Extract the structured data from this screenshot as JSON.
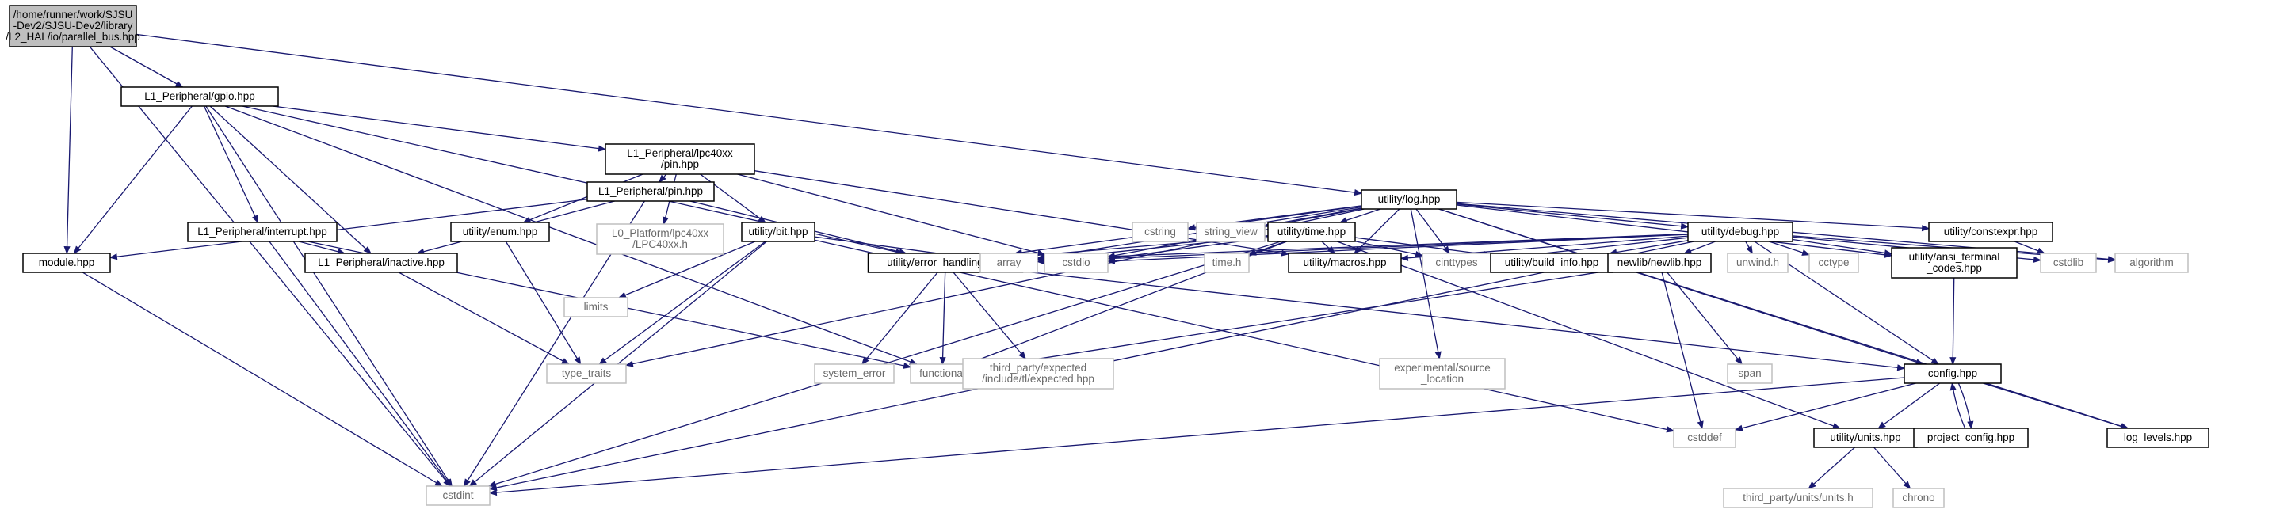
{
  "graph": {
    "title": "",
    "colors": {
      "edge": "#191970",
      "root_fill": "#bfbfbf",
      "internal_border": "#000000",
      "external_border": "#bfbfbf",
      "external_text": "#6a6a6a"
    },
    "nodes": [
      {
        "id": "parallel_bus",
        "kind": "root",
        "lines": [
          "/home/runner/work/SJSU",
          "-Dev2/SJSU-Dev2/library",
          "/L2_HAL/io/parallel_bus.hpp"
        ]
      },
      {
        "id": "gpio",
        "kind": "internal",
        "lines": [
          "L1_Peripheral/gpio.hpp"
        ]
      },
      {
        "id": "module",
        "kind": "internal",
        "lines": [
          "module.hpp"
        ]
      },
      {
        "id": "cstdint",
        "kind": "external",
        "lines": [
          "cstdint"
        ]
      },
      {
        "id": "log",
        "kind": "internal",
        "lines": [
          "utility/log.hpp"
        ]
      },
      {
        "id": "lpc40xx_pin",
        "kind": "internal",
        "lines": [
          "L1_Peripheral/lpc40xx",
          "/pin.hpp"
        ]
      },
      {
        "id": "interrupt",
        "kind": "internal",
        "lines": [
          "L1_Peripheral/interrupt.hpp"
        ]
      },
      {
        "id": "inactive",
        "kind": "internal",
        "lines": [
          "L1_Peripheral/inactive.hpp"
        ]
      },
      {
        "id": "error_handling",
        "kind": "internal",
        "lines": [
          "utility/error_handling.hpp"
        ]
      },
      {
        "id": "functional",
        "kind": "external",
        "lines": [
          "functional"
        ]
      },
      {
        "id": "enum",
        "kind": "internal",
        "lines": [
          "utility/enum.hpp"
        ]
      },
      {
        "id": "lpc40xx_h",
        "kind": "external",
        "lines": [
          "L0_Platform/lpc40xx",
          "/LPC40xx.h"
        ]
      },
      {
        "id": "l1_pin",
        "kind": "internal",
        "lines": [
          "L1_Peripheral/pin.hpp"
        ]
      },
      {
        "id": "bit",
        "kind": "internal",
        "lines": [
          "utility/bit.hpp"
        ]
      },
      {
        "id": "macros",
        "kind": "internal",
        "lines": [
          "utility/macros.hpp"
        ]
      },
      {
        "id": "cstdio",
        "kind": "external",
        "lines": [
          "cstdio"
        ]
      },
      {
        "id": "type_traits",
        "kind": "external",
        "lines": [
          "type_traits"
        ]
      },
      {
        "id": "limits",
        "kind": "external",
        "lines": [
          "limits"
        ]
      },
      {
        "id": "array",
        "kind": "external",
        "lines": [
          "array"
        ]
      },
      {
        "id": "system_error",
        "kind": "external",
        "lines": [
          "system_error"
        ]
      },
      {
        "id": "expected",
        "kind": "external",
        "lines": [
          "third_party/expected",
          "/include/tl/expected.hpp"
        ]
      },
      {
        "id": "config",
        "kind": "internal",
        "lines": [
          "config.hpp"
        ]
      },
      {
        "id": "source_location",
        "kind": "external",
        "lines": [
          "experimental/source",
          "_location"
        ]
      },
      {
        "id": "cstring",
        "kind": "external",
        "lines": [
          "cstring"
        ]
      },
      {
        "id": "string_view",
        "kind": "external",
        "lines": [
          "string_view"
        ]
      },
      {
        "id": "time",
        "kind": "internal",
        "lines": [
          "utility/time.hpp"
        ]
      },
      {
        "id": "debug",
        "kind": "internal",
        "lines": [
          "utility/debug.hpp"
        ]
      },
      {
        "id": "constexpr",
        "kind": "internal",
        "lines": [
          "utility/constexpr.hpp"
        ]
      },
      {
        "id": "time_h",
        "kind": "external",
        "lines": [
          "time.h"
        ]
      },
      {
        "id": "cinttypes",
        "kind": "external",
        "lines": [
          "cinttypes"
        ]
      },
      {
        "id": "build_info",
        "kind": "internal",
        "lines": [
          "utility/build_info.hpp"
        ]
      },
      {
        "id": "units",
        "kind": "internal",
        "lines": [
          "utility/units.hpp"
        ]
      },
      {
        "id": "newlib",
        "kind": "internal",
        "lines": [
          "newlib/newlib.hpp"
        ]
      },
      {
        "id": "unwind",
        "kind": "external",
        "lines": [
          "unwind.h"
        ]
      },
      {
        "id": "cctype",
        "kind": "external",
        "lines": [
          "cctype"
        ]
      },
      {
        "id": "ansi",
        "kind": "internal",
        "lines": [
          "utility/ansi_terminal",
          "_codes.hpp"
        ]
      },
      {
        "id": "cstdlib",
        "kind": "external",
        "lines": [
          "cstdlib"
        ]
      },
      {
        "id": "algorithm",
        "kind": "external",
        "lines": [
          "algorithm"
        ]
      },
      {
        "id": "span",
        "kind": "external",
        "lines": [
          "span"
        ]
      },
      {
        "id": "cstddef",
        "kind": "external",
        "lines": [
          "cstddef"
        ]
      },
      {
        "id": "project_config",
        "kind": "internal",
        "lines": [
          "project_config.hpp"
        ]
      },
      {
        "id": "log_levels",
        "kind": "internal",
        "lines": [
          "log_levels.hpp"
        ]
      },
      {
        "id": "units_h",
        "kind": "external",
        "lines": [
          "third_party/units/units.h"
        ]
      },
      {
        "id": "chrono",
        "kind": "external",
        "lines": [
          "chrono"
        ]
      }
    ],
    "edges": [
      [
        "parallel_bus",
        "gpio"
      ],
      [
        "parallel_bus",
        "module"
      ],
      [
        "parallel_bus",
        "cstdint"
      ],
      [
        "parallel_bus",
        "log"
      ],
      [
        "gpio",
        "lpc40xx_pin"
      ],
      [
        "gpio",
        "interrupt"
      ],
      [
        "gpio",
        "inactive"
      ],
      [
        "gpio",
        "module"
      ],
      [
        "gpio",
        "cstdint"
      ],
      [
        "gpio",
        "error_handling"
      ],
      [
        "gpio",
        "functional"
      ],
      [
        "lpc40xx_pin",
        "enum"
      ],
      [
        "lpc40xx_pin",
        "lpc40xx_h"
      ],
      [
        "lpc40xx_pin",
        "l1_pin"
      ],
      [
        "lpc40xx_pin",
        "bit"
      ],
      [
        "lpc40xx_pin",
        "macros"
      ],
      [
        "lpc40xx_pin",
        "cstdio"
      ],
      [
        "interrupt",
        "inactive"
      ],
      [
        "interrupt",
        "cstdint"
      ],
      [
        "interrupt",
        "functional"
      ],
      [
        "l1_pin",
        "inactive"
      ],
      [
        "l1_pin",
        "module"
      ],
      [
        "l1_pin",
        "cstdint"
      ],
      [
        "l1_pin",
        "error_handling"
      ],
      [
        "inactive",
        "type_traits"
      ],
      [
        "module",
        "cstdint"
      ],
      [
        "enum",
        "type_traits"
      ],
      [
        "bit",
        "limits"
      ],
      [
        "bit",
        "type_traits"
      ],
      [
        "bit",
        "cstdint"
      ],
      [
        "bit",
        "array"
      ],
      [
        "bit",
        "cstddef"
      ],
      [
        "error_handling",
        "system_error"
      ],
      [
        "error_handling",
        "expected"
      ],
      [
        "error_handling",
        "functional"
      ],
      [
        "error_handling",
        "config"
      ],
      [
        "log",
        "cstring"
      ],
      [
        "log",
        "string_view"
      ],
      [
        "log",
        "time"
      ],
      [
        "log",
        "debug"
      ],
      [
        "log",
        "constexpr"
      ],
      [
        "log",
        "cstdio"
      ],
      [
        "log",
        "array"
      ],
      [
        "log",
        "type_traits"
      ],
      [
        "log",
        "macros"
      ],
      [
        "log",
        "cinttypes"
      ],
      [
        "log",
        "source_location"
      ],
      [
        "log",
        "ansi"
      ],
      [
        "log",
        "algorithm"
      ],
      [
        "log",
        "config"
      ],
      [
        "log",
        "log_levels"
      ],
      [
        "log",
        "error_handling"
      ],
      [
        "time",
        "error_handling"
      ],
      [
        "time",
        "array"
      ],
      [
        "time",
        "cstdio"
      ],
      [
        "time",
        "time_h"
      ],
      [
        "time",
        "macros"
      ],
      [
        "time",
        "cinttypes"
      ],
      [
        "time",
        "build_info"
      ],
      [
        "time",
        "units"
      ],
      [
        "time",
        "functional"
      ],
      [
        "time",
        "cstdint"
      ],
      [
        "debug",
        "error_handling"
      ],
      [
        "debug",
        "cstdio"
      ],
      [
        "debug",
        "macros"
      ],
      [
        "debug",
        "cinttypes"
      ],
      [
        "debug",
        "build_info"
      ],
      [
        "debug",
        "newlib"
      ],
      [
        "debug",
        "unwind"
      ],
      [
        "debug",
        "cctype"
      ],
      [
        "debug",
        "ansi"
      ],
      [
        "debug",
        "cstdlib"
      ],
      [
        "debug",
        "algorithm"
      ],
      [
        "debug",
        "config"
      ],
      [
        "debug",
        "cstdint"
      ],
      [
        "debug",
        "array"
      ],
      [
        "constexpr",
        "cstdlib"
      ],
      [
        "newlib",
        "functional"
      ],
      [
        "newlib",
        "span"
      ],
      [
        "newlib",
        "cstddef"
      ],
      [
        "ansi",
        "config"
      ],
      [
        "config",
        "cstdint"
      ],
      [
        "config",
        "cstddef"
      ],
      [
        "config",
        "units"
      ],
      [
        "config",
        "project_config"
      ],
      [
        "config",
        "log_levels"
      ],
      [
        "project_config",
        "config"
      ],
      [
        "units",
        "units_h"
      ],
      [
        "units",
        "chrono"
      ]
    ]
  }
}
